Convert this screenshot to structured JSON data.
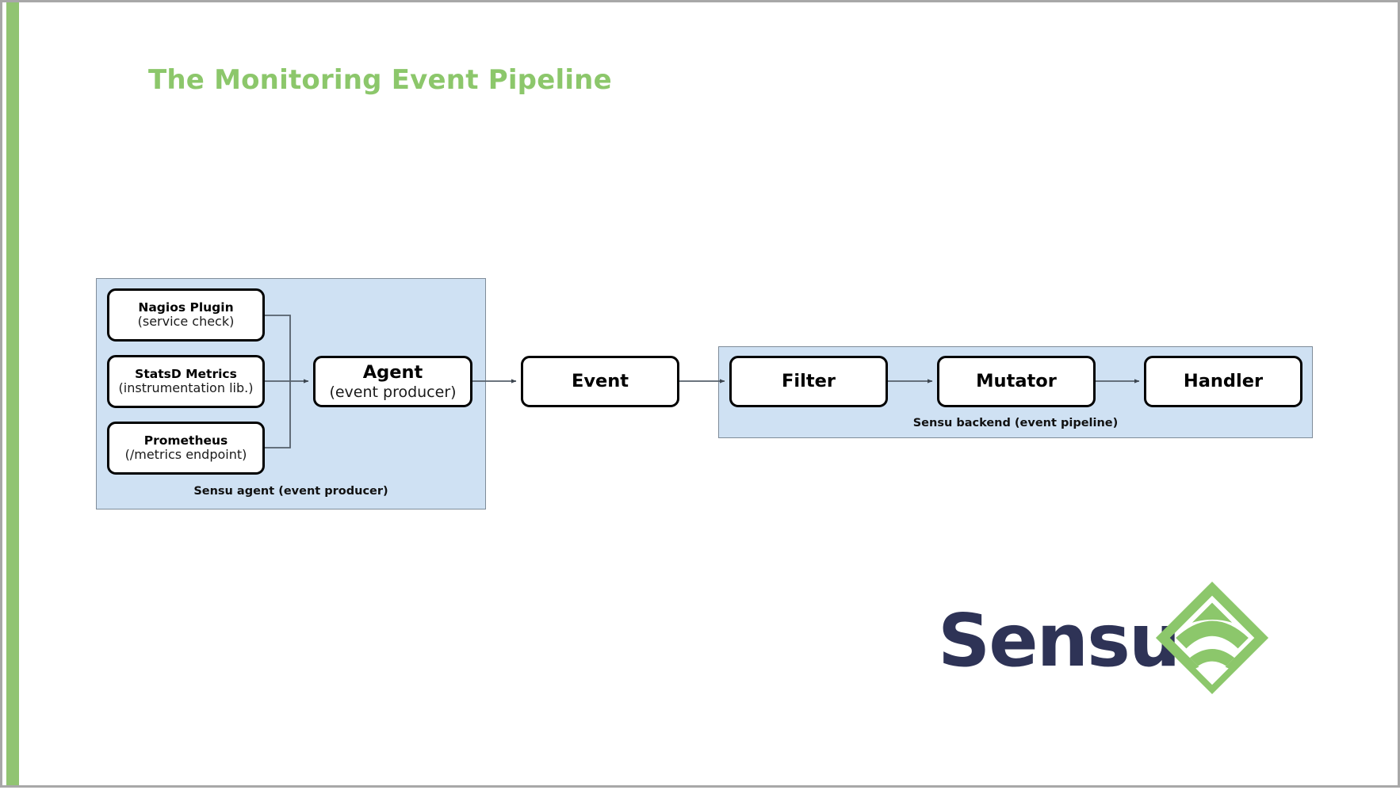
{
  "slide": {
    "title": "The Monitoring Event Pipeline",
    "title_color": "#8cc76b",
    "accent_bar_color": "#91c472",
    "background_color": "#ffffff",
    "border_color": "#a8a8a8"
  },
  "diagram": {
    "group_fill": "#cfe1f3",
    "group_border": "#7f8c99",
    "node_border": "#000000",
    "node_fill": "#ffffff",
    "connector_color": "#56606b",
    "agent_group": {
      "label": "Sensu agent (event producer)",
      "sources": [
        {
          "line1": "Nagios Plugin",
          "line2": "(service check)"
        },
        {
          "line1": "StatsD Metrics",
          "line2": "(instrumentation lib.)"
        },
        {
          "line1": "Prometheus",
          "line2": "(/metrics endpoint)"
        }
      ],
      "agent": {
        "line1": "Agent",
        "line2": "(event producer)"
      }
    },
    "event": {
      "line1": "Event"
    },
    "backend_group": {
      "label": "Sensu backend (event pipeline)",
      "stages": [
        {
          "line1": "Filter"
        },
        {
          "line1": "Mutator"
        },
        {
          "line1": "Handler"
        }
      ]
    }
  },
  "logo": {
    "wordmark": "Sensu",
    "wordmark_color": "#2e3356",
    "mark_color": "#8cc76b",
    "mark_name": "sensu-diamond-signal-logo"
  }
}
